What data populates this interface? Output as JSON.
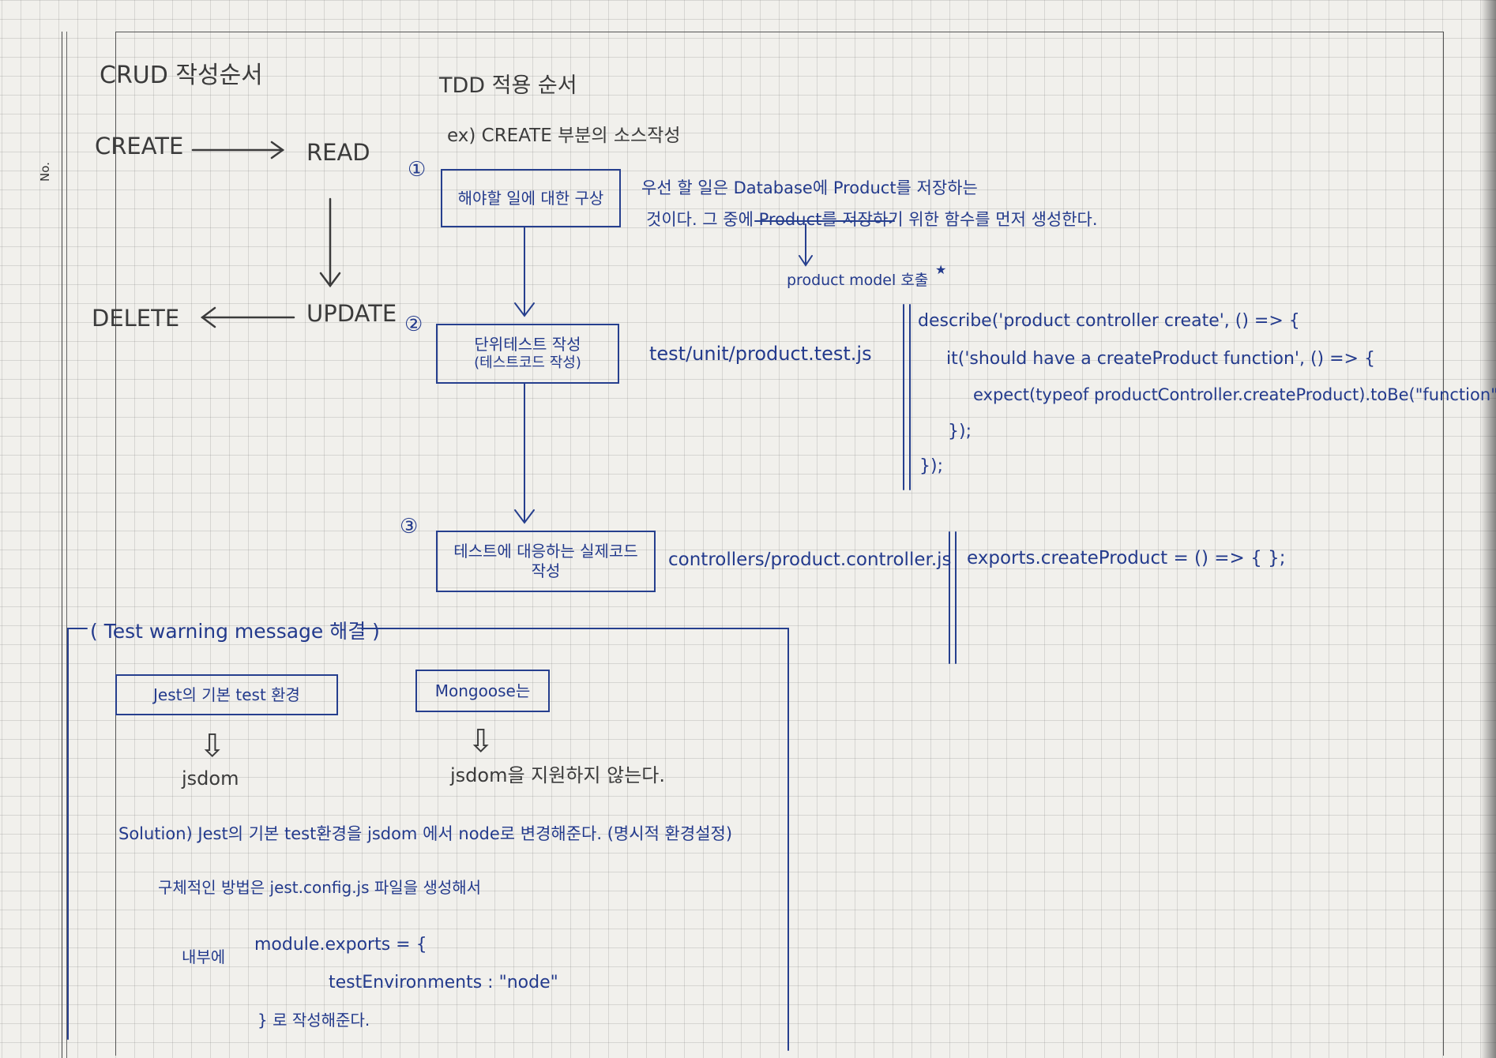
{
  "margin": {
    "no_label": "No."
  },
  "crud": {
    "title": "CRUD 작성순서",
    "create": "CREATE",
    "read": "READ",
    "update": "UPDATE",
    "delete": "DELETE"
  },
  "tdd": {
    "title": "TDD 적용 순서",
    "example": "ex) CREATE 부분의 소스작성",
    "steps": [
      {
        "num": "①",
        "label": "해야할 일에 대한 구상"
      },
      {
        "num": "②",
        "label_line1": "단위테스트 작성",
        "label_line2": "(테스트코드 작성)"
      },
      {
        "num": "③",
        "label_line1": "테스트에 대응하는 실제코드",
        "label_line2": "작성"
      }
    ],
    "note_line1": "우선 할 일은 Database에 Product를 저장하는",
    "note_line2": "것이다. 그 중에 Product를 저장하기 위한 함수를 먼저 생성한다.",
    "note_arrow": "product model 호출",
    "star": "★",
    "test_file": "test/unit/product.test.js",
    "test_code": [
      "describe('product controller create', () => {",
      "it('should have a createProduct function', () => {",
      "expect(typeof productController.createProduct).toBe(\"function\");",
      "});",
      "});"
    ],
    "controller_file": "controllers/product.controller.js",
    "controller_code": "exports.createProduct = () => { };"
  },
  "warning": {
    "title": "( Test warning message 해결 )",
    "box_jest": "Jest의 기본 test 환경",
    "box_mongoose": "Mongoose는",
    "arrow_glyph": "⇩",
    "jsdom": "jsdom",
    "not_supported": "jsdom을 지원하지 않는다.",
    "solution": "Solution) Jest의 기본 test환경을 jsdom 에서 node로 변경해준다. (명시적 환경설정)",
    "method": "구체적인 방법은 jest.config.js 파일을 생성해서",
    "inside": "내부에",
    "code_line1": "module.exports = {",
    "code_line2": "testEnvironments : \"node\"",
    "code_line3": "} 로 작성해준다."
  }
}
